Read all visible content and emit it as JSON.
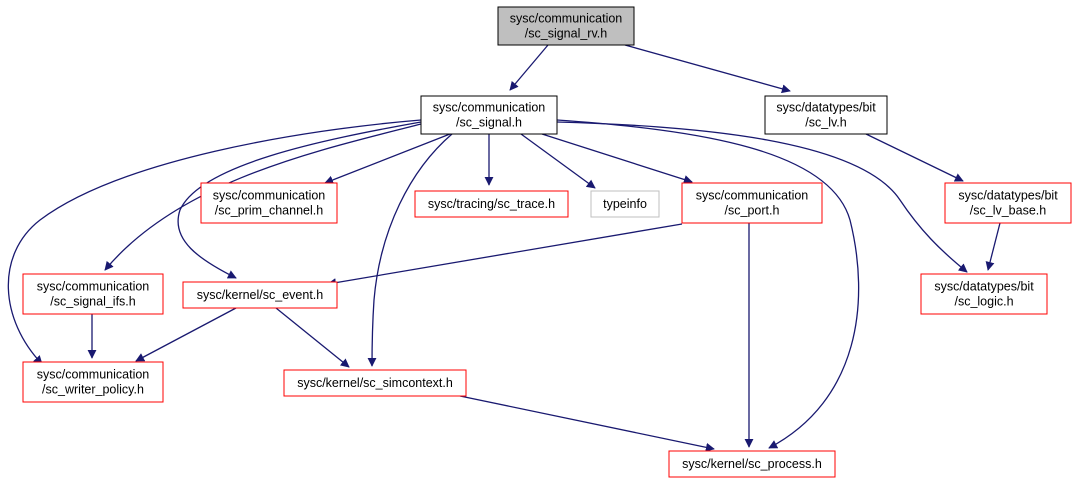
{
  "colors": {
    "edge": "#191970",
    "root_fill": "#bfbfbf",
    "documented_border": "#000000",
    "undocumented_border": "#ff0000",
    "external_border": "#bfbfbf",
    "background": "#ffffff"
  },
  "nodes": [
    {
      "id": "root",
      "lines": [
        "sysc/communication",
        "/sc_signal_rv.h"
      ],
      "style": "root",
      "icon": "file-node"
    },
    {
      "id": "sc_signal",
      "lines": [
        "sysc/communication",
        "/sc_signal.h"
      ],
      "style": "documented",
      "icon": "file-node"
    },
    {
      "id": "sc_lv",
      "lines": [
        "sysc/datatypes/bit",
        "/sc_lv.h"
      ],
      "style": "documented",
      "icon": "file-node"
    },
    {
      "id": "sc_prim_channel",
      "lines": [
        "sysc/communication",
        "/sc_prim_channel.h"
      ],
      "style": "undocumented",
      "icon": "file-node"
    },
    {
      "id": "sc_trace",
      "lines": [
        "sysc/tracing/sc_trace.h"
      ],
      "style": "undocumented",
      "icon": "file-node"
    },
    {
      "id": "typeinfo",
      "lines": [
        "typeinfo"
      ],
      "style": "external",
      "icon": "file-node"
    },
    {
      "id": "sc_port",
      "lines": [
        "sysc/communication",
        "/sc_port.h"
      ],
      "style": "undocumented",
      "icon": "file-node"
    },
    {
      "id": "sc_lv_base",
      "lines": [
        "sysc/datatypes/bit",
        "/sc_lv_base.h"
      ],
      "style": "undocumented",
      "icon": "file-node"
    },
    {
      "id": "sc_signal_ifs",
      "lines": [
        "sysc/communication",
        "/sc_signal_ifs.h"
      ],
      "style": "undocumented",
      "icon": "file-node"
    },
    {
      "id": "sc_event",
      "lines": [
        "sysc/kernel/sc_event.h"
      ],
      "style": "undocumented",
      "icon": "file-node"
    },
    {
      "id": "sc_logic",
      "lines": [
        "sysc/datatypes/bit",
        "/sc_logic.h"
      ],
      "style": "undocumented",
      "icon": "file-node"
    },
    {
      "id": "sc_writer_policy",
      "lines": [
        "sysc/communication",
        "/sc_writer_policy.h"
      ],
      "style": "undocumented",
      "icon": "file-node"
    },
    {
      "id": "sc_simcontext",
      "lines": [
        "sysc/kernel/sc_simcontext.h"
      ],
      "style": "undocumented",
      "icon": "file-node"
    },
    {
      "id": "sc_process",
      "lines": [
        "sysc/kernel/sc_process.h"
      ],
      "style": "undocumented",
      "icon": "file-node"
    }
  ],
  "edges": [
    {
      "from": "root",
      "to": "sc_signal"
    },
    {
      "from": "root",
      "to": "sc_lv"
    },
    {
      "from": "sc_signal",
      "to": "sc_prim_channel"
    },
    {
      "from": "sc_signal",
      "to": "sc_trace"
    },
    {
      "from": "sc_signal",
      "to": "typeinfo"
    },
    {
      "from": "sc_signal",
      "to": "sc_port"
    },
    {
      "from": "sc_signal",
      "to": "sc_signal_ifs"
    },
    {
      "from": "sc_signal",
      "to": "sc_event"
    },
    {
      "from": "sc_signal",
      "to": "sc_writer_policy"
    },
    {
      "from": "sc_signal",
      "to": "sc_simcontext"
    },
    {
      "from": "sc_signal",
      "to": "sc_process"
    },
    {
      "from": "sc_signal",
      "to": "sc_logic"
    },
    {
      "from": "sc_lv",
      "to": "sc_lv_base"
    },
    {
      "from": "sc_lv_base",
      "to": "sc_logic"
    },
    {
      "from": "sc_port",
      "to": "sc_event"
    },
    {
      "from": "sc_port",
      "to": "sc_process"
    },
    {
      "from": "sc_signal_ifs",
      "to": "sc_writer_policy"
    },
    {
      "from": "sc_event",
      "to": "sc_writer_policy"
    },
    {
      "from": "sc_event",
      "to": "sc_simcontext"
    },
    {
      "from": "sc_simcontext",
      "to": "sc_process"
    }
  ]
}
